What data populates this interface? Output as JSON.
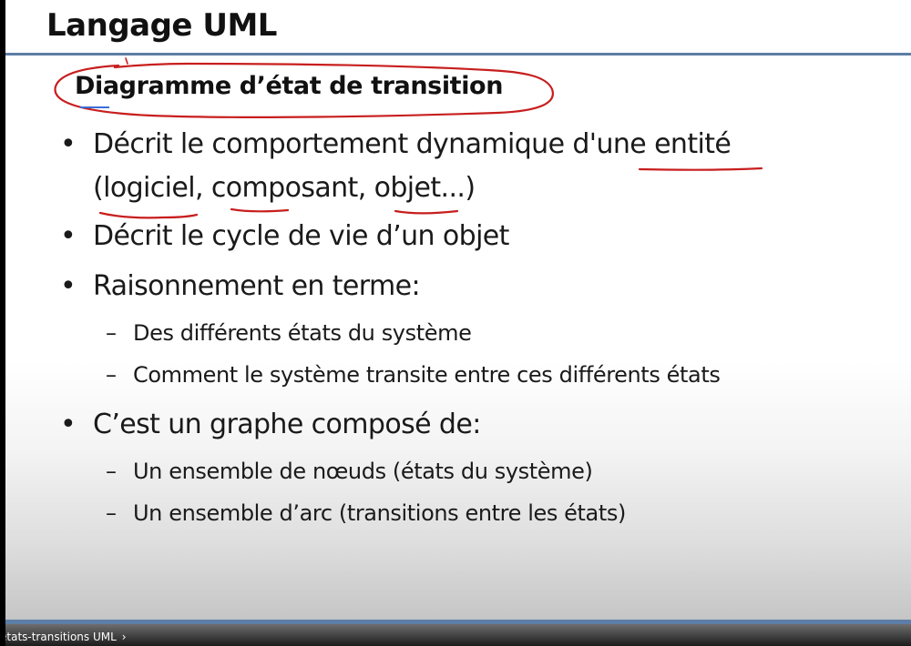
{
  "slide": {
    "title": "Langage UML",
    "subtitle": "Diagramme d’état de transition",
    "bullets": [
      {
        "line1": "Décrit le comportement dynamique d'une entité",
        "line2": "(logiciel, composant, objet...)"
      },
      {
        "line1": "Décrit le cycle de vie d’un objet"
      },
      {
        "line1": "Raisonnement en terme:",
        "subitems": [
          "Des différents états du système",
          "Comment le système transite entre ces différents états"
        ]
      },
      {
        "line1": "C’est un graphe composé de:",
        "subitems": [
          "Un ensemble de nœuds (états du système)",
          "Un ensemble d’arc (transitions entre les états)"
        ]
      }
    ],
    "bullet_glyph": "•",
    "dash_glyph": "–"
  },
  "player": {
    "chapter_label": "états-transitions UML",
    "chapter_chevron": "›"
  },
  "colors": {
    "accent_rule": "#5d7ea6",
    "annotation_ink": "#c81e1e",
    "text": "#1a1a1a"
  },
  "icons": {
    "chapter_chevron": "chevron-right-icon"
  }
}
